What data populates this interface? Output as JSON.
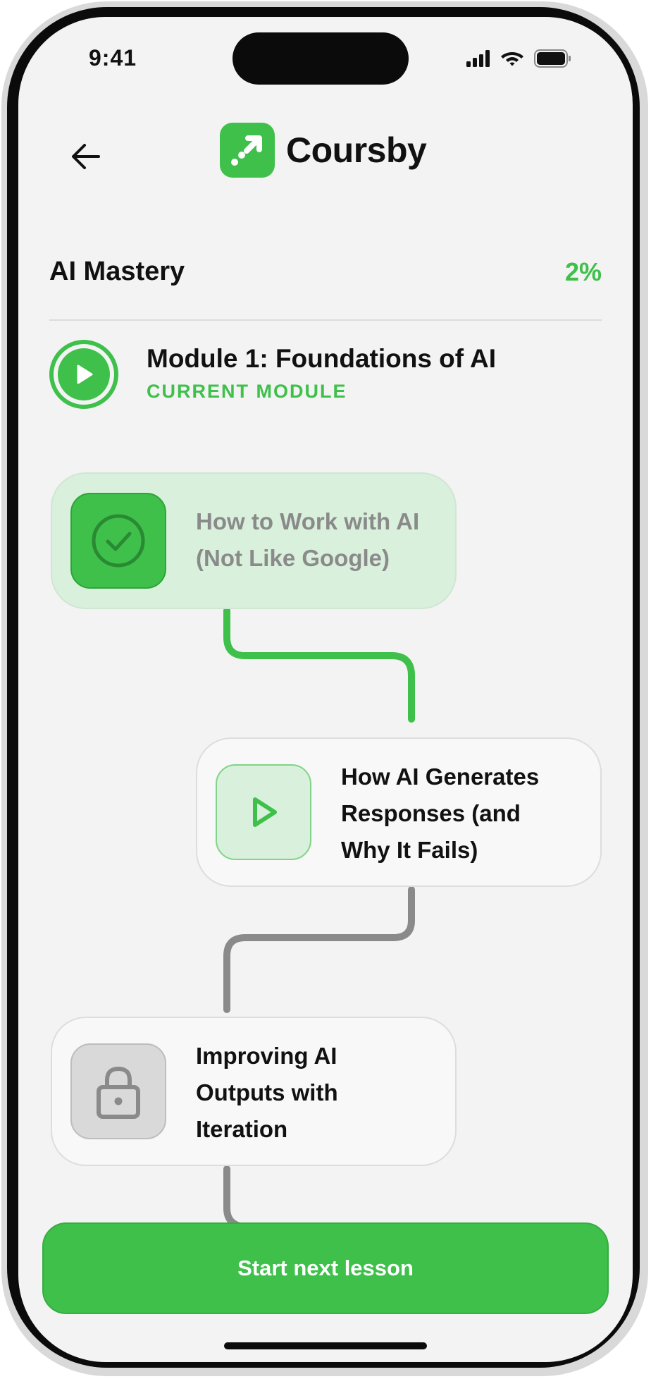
{
  "status_bar": {
    "time": "9:41"
  },
  "header": {
    "brand_name": "Coursby"
  },
  "course": {
    "title": "AI Mastery",
    "progress": "2%"
  },
  "module": {
    "title": "Module 1: Foundations of AI",
    "status": "CURRENT MODULE"
  },
  "lessons": [
    {
      "line1": "How to Work with AI",
      "line2": "(Not Like Google)",
      "line3": "",
      "state": "completed"
    },
    {
      "line1": "How AI Generates",
      "line2": "Responses (and",
      "line3": "Why It Fails)",
      "state": "current"
    },
    {
      "line1": "Improving AI",
      "line2": "Outputs with",
      "line3": "Iteration",
      "state": "locked"
    }
  ],
  "cta": {
    "label": "Start next lesson"
  },
  "colors": {
    "accent": "#3ec04a",
    "accent_light": "#d9f1dc",
    "locked_gray": "#8a8a8a",
    "text": "#111111"
  }
}
